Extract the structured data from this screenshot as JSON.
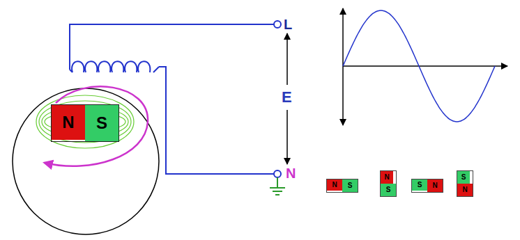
{
  "diagram": {
    "nodes": [
      {
        "text": [
          "N",
          "S"
        ]
      },
      {
        "text": [
          "N",
          "S"
        ]
      },
      {
        "text": [
          "N",
          "S"
        ]
      },
      {
        "text": [
          "S",
          "N"
        ]
      },
      {
        "text": [
          "S",
          "N"
        ]
      }
    ],
    "labels": [
      "L",
      "E",
      "N"
    ]
  }
}
